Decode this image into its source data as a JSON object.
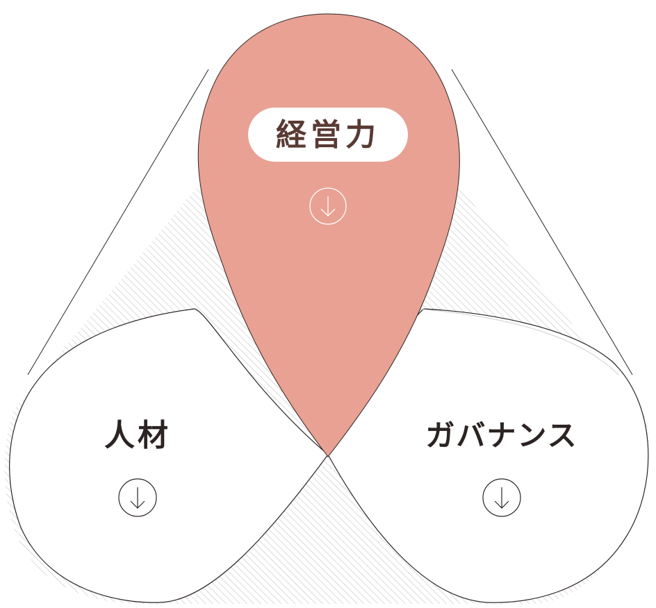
{
  "diagram": {
    "top": {
      "label": "経営力",
      "icon": "arrow-down-circle-icon"
    },
    "left": {
      "label": "人材",
      "icon": "arrow-down-circle-icon"
    },
    "right": {
      "label": "ガバナンス",
      "icon": "arrow-down-circle-icon"
    }
  },
  "colors": {
    "accent": "#E8A193",
    "text": "#2B2422",
    "stroke": "#2B2422",
    "hatch": "#BDBDBD",
    "white": "#FFFFFF"
  }
}
